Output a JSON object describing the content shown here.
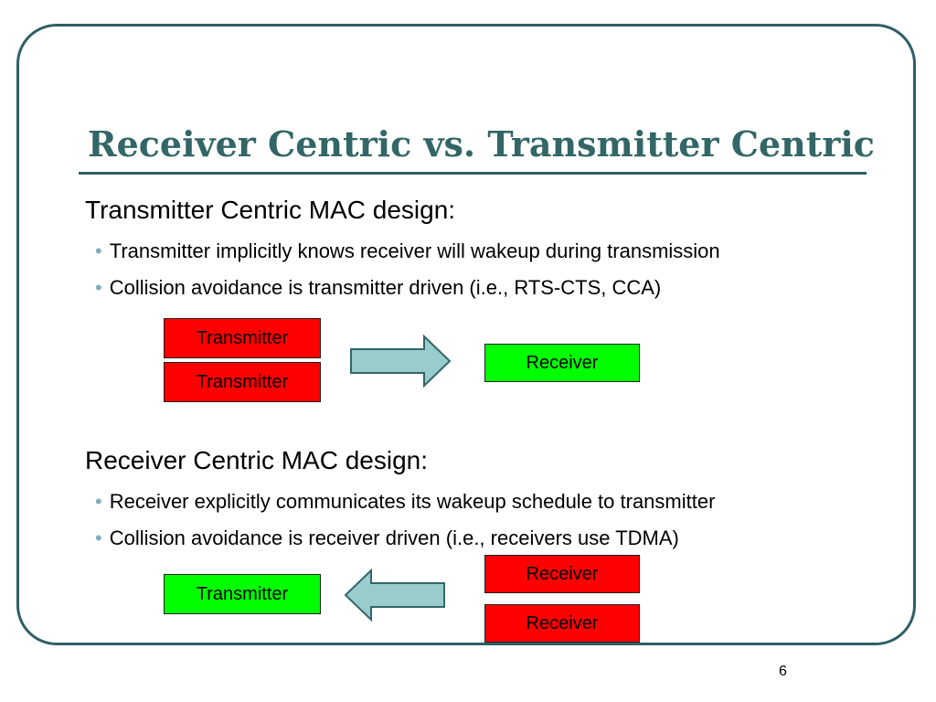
{
  "slide": {
    "title": "Receiver Centric vs. Transmitter Centric",
    "page_number": "6",
    "accent_color": "#336666"
  },
  "section_tx": {
    "heading": "Transmitter Centric MAC design:",
    "bullets": [
      "Transmitter implicitly knows receiver will wakeup during transmission",
      "Collision avoidance is transmitter driven (i.e., RTS-CTS, CCA)"
    ],
    "diagram": {
      "senders": [
        "Transmitter",
        "Transmitter"
      ],
      "target": "Receiver"
    }
  },
  "section_rx": {
    "heading": "Receiver Centric MAC design:",
    "bullets": [
      "Receiver explicitly communicates its wakeup schedule to transmitter",
      "Collision avoidance is receiver driven (i.e., receivers use TDMA)"
    ],
    "diagram": {
      "senders": [
        "Receiver",
        "Receiver"
      ],
      "target": "Transmitter"
    }
  },
  "colors": {
    "red_box": "#ff0000",
    "green_box": "#00ff00",
    "arrow_fill": "#99cccc"
  }
}
